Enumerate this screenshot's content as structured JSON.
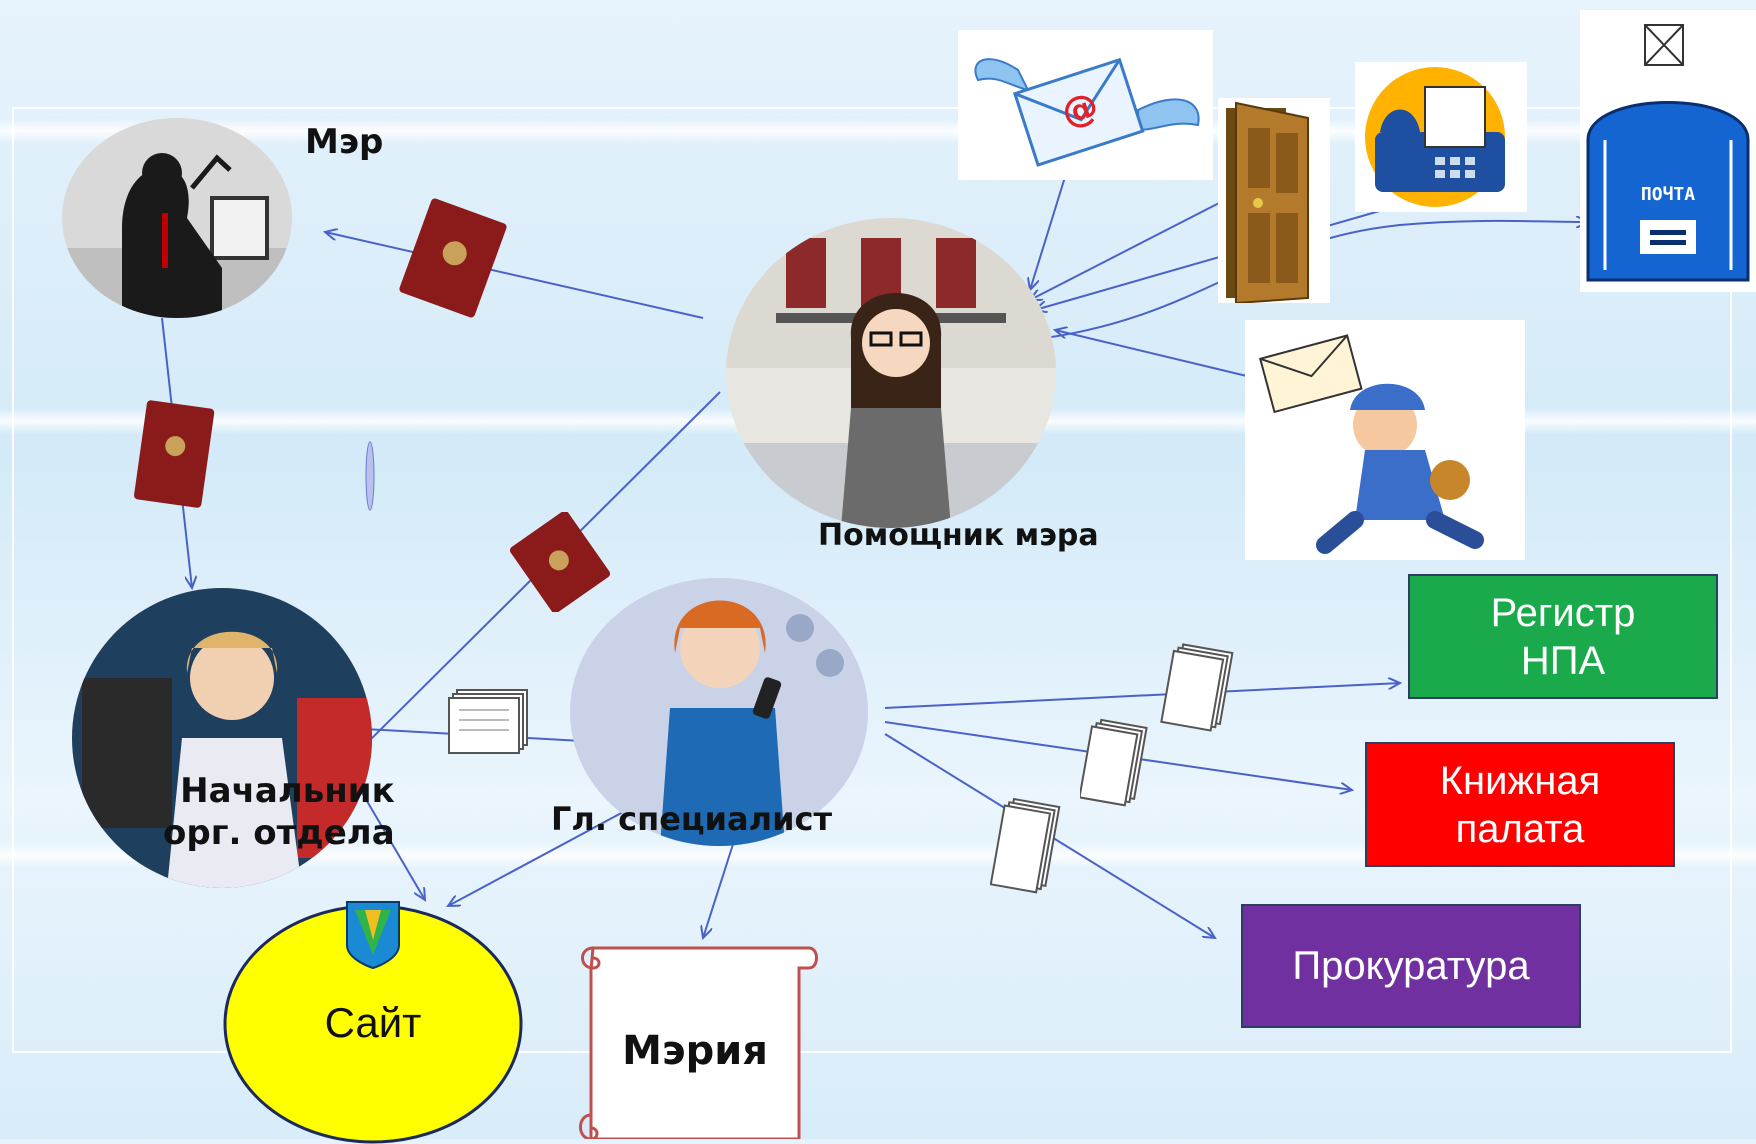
{
  "nodes": {
    "mayor": "Мэр",
    "assistant": "Помощник мэра",
    "head": "Начальник\nорг. отдела",
    "specialist": "Гл. специалист",
    "site": "Сайт",
    "city_hall": "Мэрия"
  },
  "destinations": {
    "register": "Регистр\nНПА",
    "book_chamber": "Книжная\nпалата",
    "prosecutor": "Прокуратура"
  },
  "pictures": {
    "mailbox_label": "ПОЧТА"
  },
  "colors": {
    "register": "#1aa94b",
    "book_chamber": "#ff0000",
    "prosecutor": "#7030a0",
    "site": "#ffff00",
    "arrow": "#4a62c8",
    "scroll": "#c0504d"
  }
}
